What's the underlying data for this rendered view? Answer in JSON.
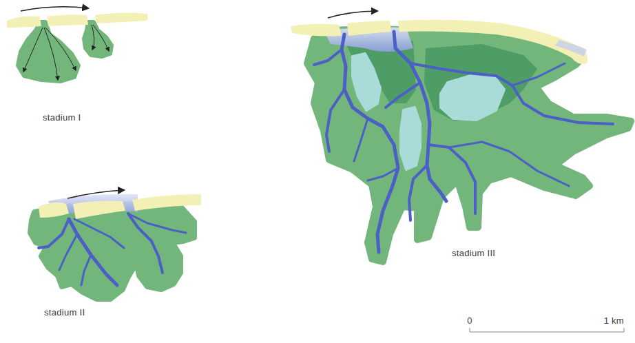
{
  "diagram": {
    "labels": [
      "stadium I",
      "stadium II",
      "stadium III",
      "0",
      "1 km"
    ]
  }
}
